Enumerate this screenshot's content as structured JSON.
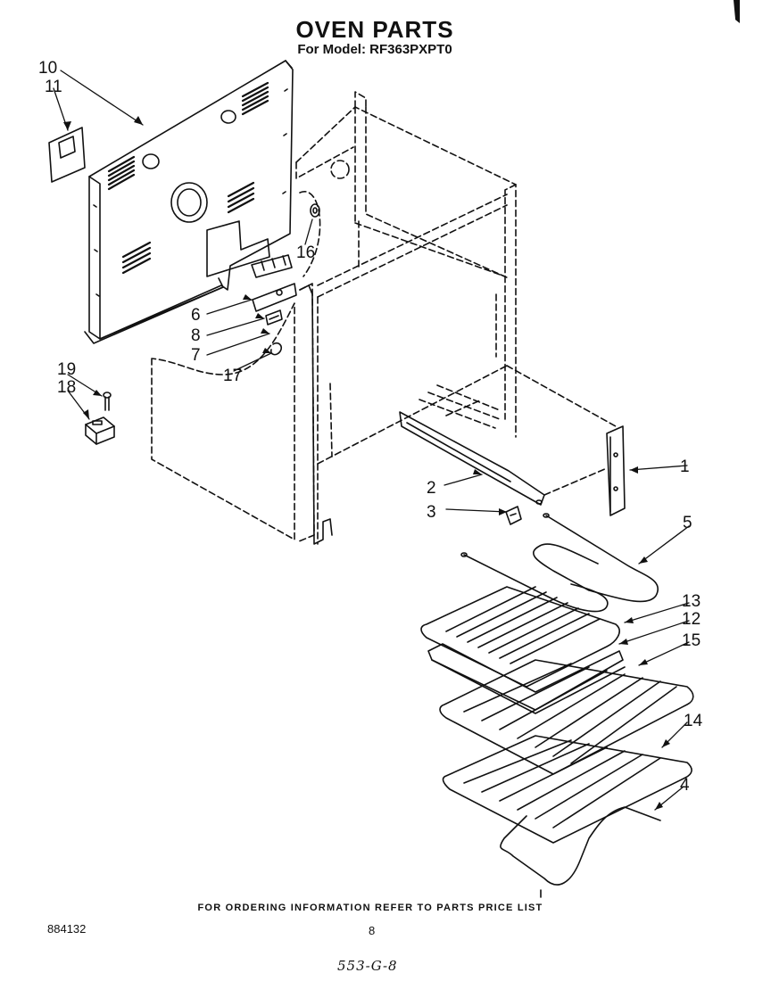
{
  "header": {
    "title": "OVEN PARTS",
    "subtitle": "For Model: RF363PXPT0"
  },
  "callouts": [
    "10",
    "11",
    "16",
    "6",
    "8",
    "7",
    "17",
    "19",
    "18",
    "2",
    "3",
    "1",
    "5",
    "13",
    "12",
    "15",
    "14",
    "4"
  ],
  "footer": {
    "ordering_note": "FOR ORDERING INFORMATION REFER TO PARTS PRICE LIST",
    "doc_number": "884132",
    "page_number": "8",
    "handwritten_code": "553-G-8"
  }
}
